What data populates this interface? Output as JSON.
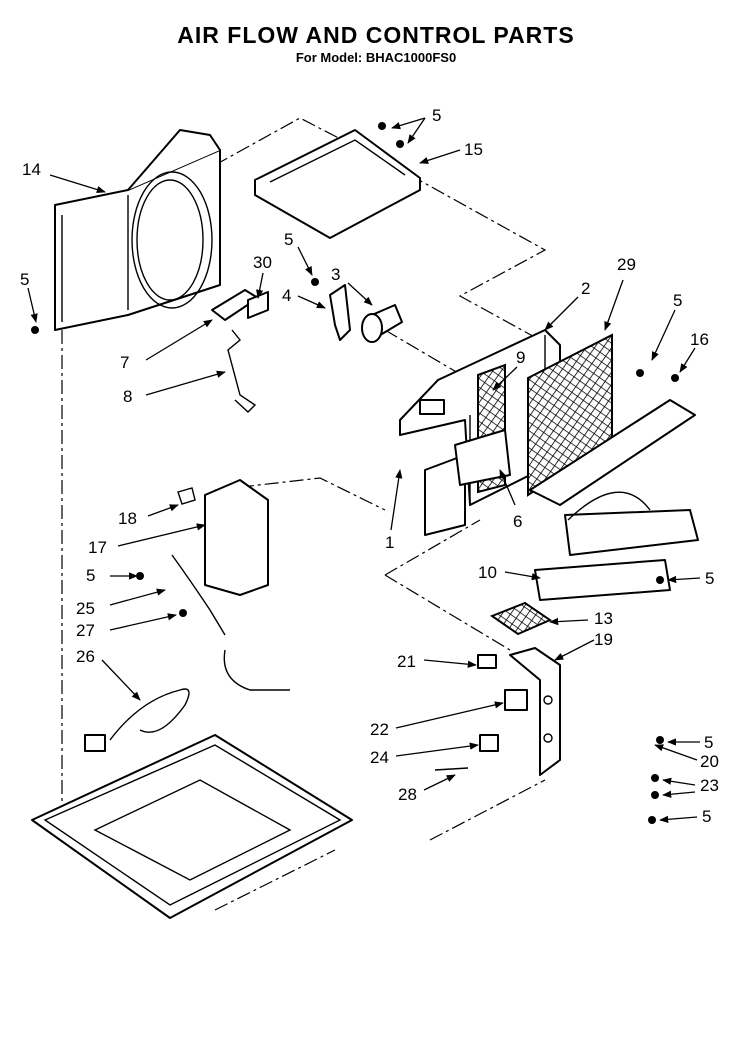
{
  "title": "AIR FLOW AND CONTROL PARTS",
  "subtitle": "For Model: BHAC1000FS0",
  "callouts": {
    "p1": "1",
    "p2": "2",
    "p3": "3",
    "p4": "4",
    "p5a": "5",
    "p5b": "5",
    "p5c": "5",
    "p5d": "5",
    "p5e": "5",
    "p5f": "5",
    "p5g": "5",
    "p5h": "5",
    "p6": "6",
    "p7": "7",
    "p8": "8",
    "p9": "9",
    "p10": "10",
    "p13": "13",
    "p14": "14",
    "p15": "15",
    "p16": "16",
    "p17": "17",
    "p18": "18",
    "p19": "19",
    "p20": "20",
    "p21": "21",
    "p22": "22",
    "p23": "23",
    "p24": "24",
    "p25": "25",
    "p26": "26",
    "p27": "27",
    "p28": "28",
    "p29": "29",
    "p30": "30"
  }
}
